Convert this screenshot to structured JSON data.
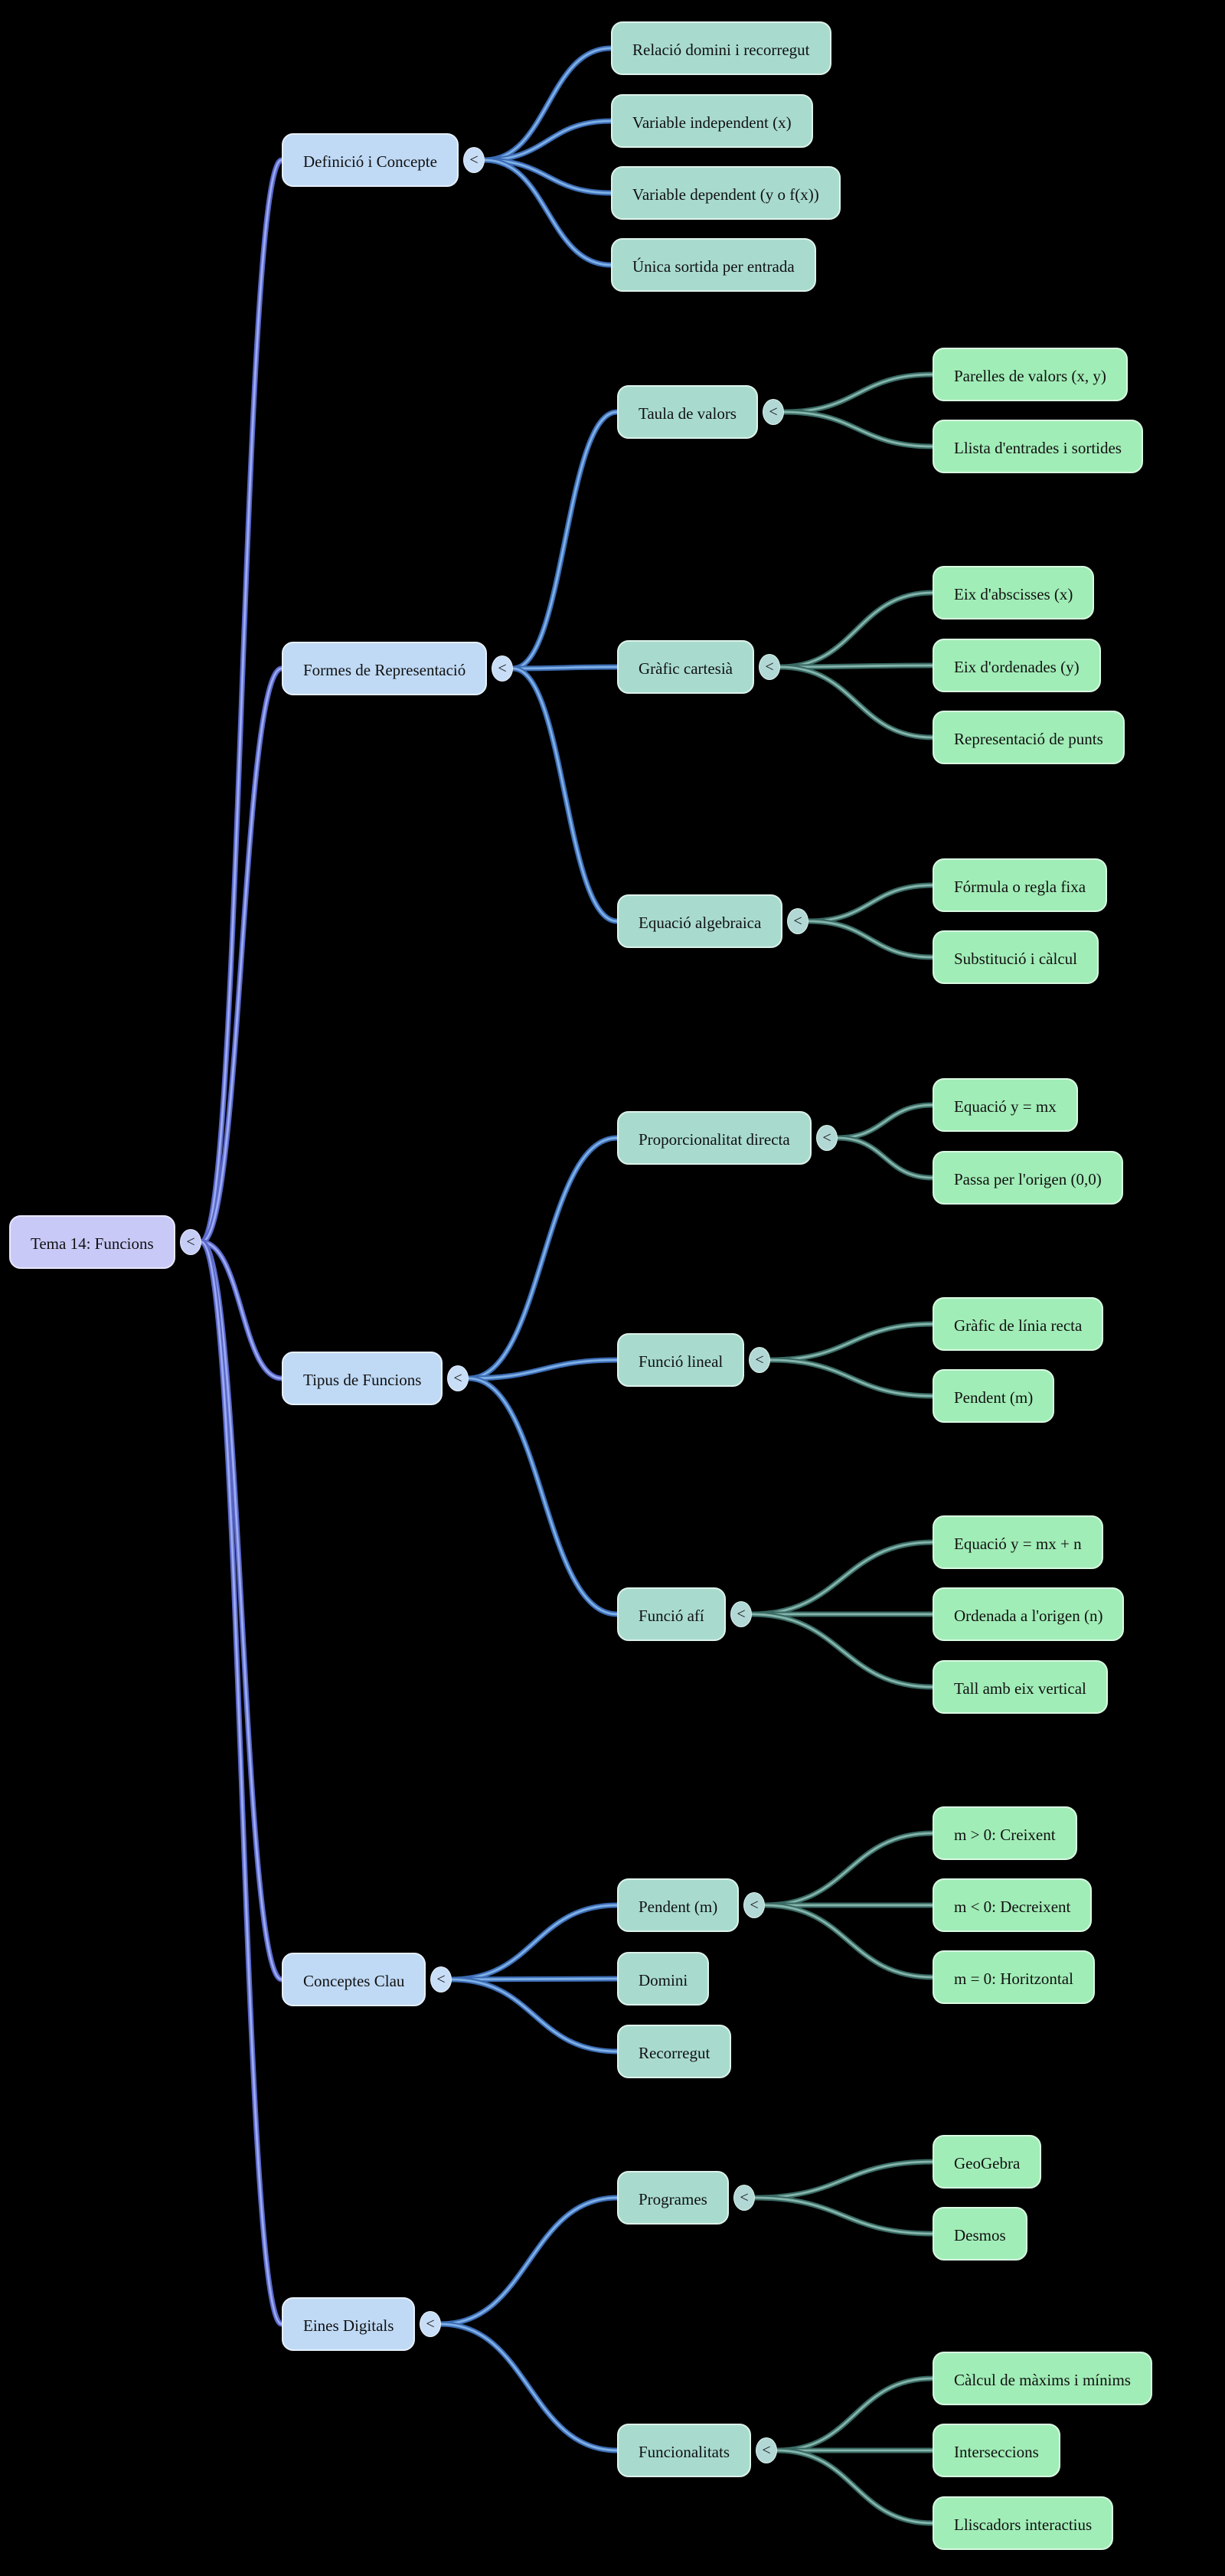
{
  "ui": {
    "collapse_glyph": "<"
  },
  "colors": {
    "background": "#000000",
    "root_fill": "#c9c9f8",
    "level1_fill": "#c0daf5",
    "level2_fill": "#a8dbce",
    "level3_fill": "#a1edb7",
    "edge_root_level1": "#5a68c8",
    "edge_level1_level2": "#3c6cb4",
    "edge_level2_level3": "#3a6a64"
  },
  "mindmap": {
    "root": {
      "label": "Tema 14: Funcions"
    },
    "branches": [
      {
        "label": "Definició i Concepte",
        "children": [
          {
            "label": "Relació domini i recorregut"
          },
          {
            "label": "Variable independent (x)"
          },
          {
            "label": "Variable dependent (y o f(x))"
          },
          {
            "label": "Única sortida per entrada"
          }
        ]
      },
      {
        "label": "Formes de Representació",
        "children": [
          {
            "label": "Taula de valors",
            "children": [
              {
                "label": "Parelles de valors (x, y)"
              },
              {
                "label": "Llista d'entrades i sortides"
              }
            ]
          },
          {
            "label": "Gràfic cartesià",
            "children": [
              {
                "label": "Eix d'abscisses (x)"
              },
              {
                "label": "Eix d'ordenades (y)"
              },
              {
                "label": "Representació de punts"
              }
            ]
          },
          {
            "label": "Equació algebraica",
            "children": [
              {
                "label": "Fórmula o regla fixa"
              },
              {
                "label": "Substitució i càlcul"
              }
            ]
          }
        ]
      },
      {
        "label": "Tipus de Funcions",
        "children": [
          {
            "label": "Proporcionalitat directa",
            "children": [
              {
                "label": "Equació y = mx"
              },
              {
                "label": "Passa per l'origen (0,0)"
              }
            ]
          },
          {
            "label": "Funció lineal",
            "children": [
              {
                "label": "Gràfic de línia recta"
              },
              {
                "label": "Pendent (m)"
              }
            ]
          },
          {
            "label": "Funció afí",
            "children": [
              {
                "label": "Equació y = mx + n"
              },
              {
                "label": "Ordenada a l'origen (n)"
              },
              {
                "label": "Tall amb eix vertical"
              }
            ]
          }
        ]
      },
      {
        "label": "Conceptes Clau",
        "children": [
          {
            "label": "Pendent (m)",
            "children": [
              {
                "label": "m > 0: Creixent"
              },
              {
                "label": "m < 0: Decreixent"
              },
              {
                "label": "m = 0: Horitzontal"
              }
            ]
          },
          {
            "label": "Domini"
          },
          {
            "label": "Recorregut"
          }
        ]
      },
      {
        "label": "Eines Digitals",
        "children": [
          {
            "label": "Programes",
            "children": [
              {
                "label": "GeoGebra"
              },
              {
                "label": "Desmos"
              }
            ]
          },
          {
            "label": "Funcionalitats",
            "children": [
              {
                "label": "Càlcul de màxims i mínims"
              },
              {
                "label": "Interseccions"
              },
              {
                "label": "Lliscadors interactius"
              }
            ]
          }
        ]
      }
    ]
  }
}
